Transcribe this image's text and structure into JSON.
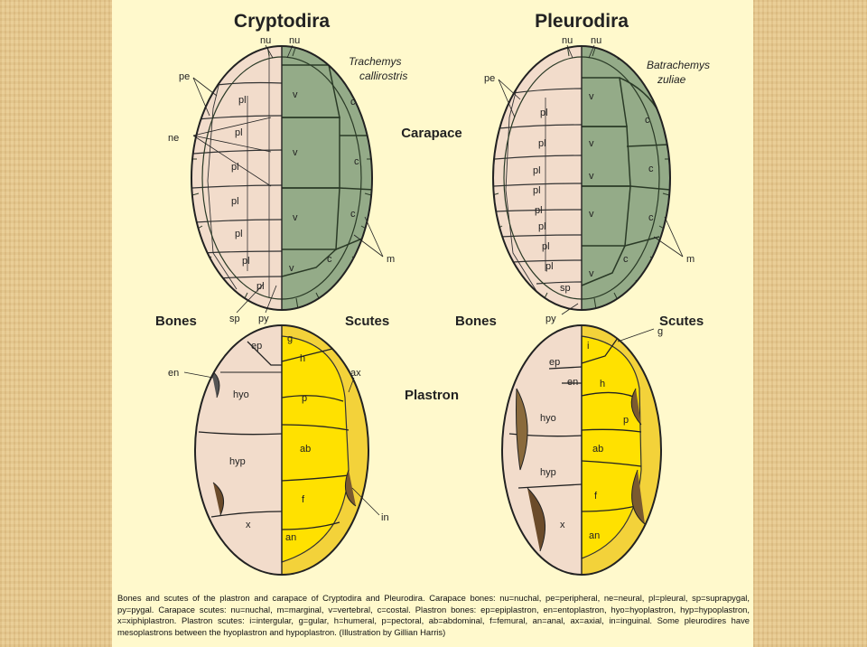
{
  "titles": {
    "left": "Cryptodira",
    "right": "Pleurodira"
  },
  "species": {
    "left": [
      "Trachemys",
      "callirostris"
    ],
    "right": [
      "Batrachemys",
      "zuliae"
    ]
  },
  "sections": {
    "carapace": "Carapace",
    "plastron": "Plastron",
    "bones_left": "Bones",
    "scutes_left": "Scutes",
    "bones_right": "Bones",
    "scutes_right": "Scutes"
  },
  "labels": {
    "nu": "nu",
    "pe": "pe",
    "ne": "ne",
    "pl": "pl",
    "v": "v",
    "c": "c",
    "m": "m",
    "sp": "sp",
    "py": "py",
    "g": "g",
    "ep": "ep",
    "en": "en",
    "h": "h",
    "p": "p",
    "ax": "ax",
    "hyo": "hyo",
    "hyp": "hyp",
    "ab": "ab",
    "f": "f",
    "in": "in",
    "x": "x",
    "an": "an",
    "i": "i"
  },
  "colors": {
    "bone": "#f2dccb",
    "carapace_scute": "#94ab88",
    "plastron_scute": "#ffe100",
    "plastron_rim": "#f3d23a",
    "panel": "#fff9cc"
  },
  "caption": "Bones and scutes of the plastron and carapace of Cryptodira and Pleurodira. Carapace bones: nu=nuchal, pe=peripheral, ne=neural, pl=pleural, sp=suprapygal, py=pygal. Carapace scutes: nu=nuchal, m=marginal, v=vertebral, c=costal. Plastron bones: ep=epiplastron, en=entoplastron, hyo=hyoplastron, hyp=hypoplastron, x=xiphiplastron. Plastron scutes: i=intergular, g=gular, h=humeral, p=pectoral, ab=abdominal, f=femural, an=anal, ax=axial, in=inguinal. Some pleurodires have mesoplastrons between the hyoplastron and hypoplastron. (Illustration by Gillian Harris)"
}
